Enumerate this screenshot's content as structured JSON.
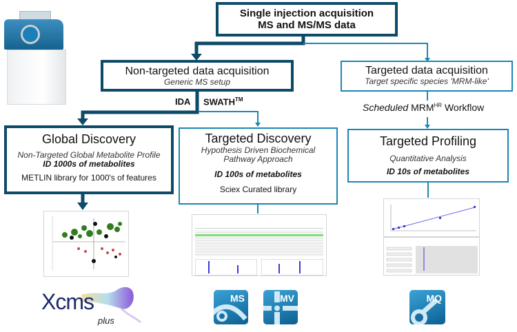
{
  "top": {
    "line1": "Single injection acquisition",
    "line2": "MS and MS/MS data"
  },
  "nontargeted": {
    "title": "Non-targeted data acquisition",
    "subtitle": "Generic MS setup"
  },
  "targeted": {
    "title": "Targeted data acquisition",
    "subtitle": "Target specific species 'MRM-like'"
  },
  "branch_labels": {
    "ida": "IDA",
    "swath": "SWATH",
    "swath_sup": "TM"
  },
  "workflow": {
    "italic": "Scheduled",
    "main": "MRM",
    "sup": "HR",
    "tail": "Workflow"
  },
  "global": {
    "title": "Global Discovery",
    "subtitle": "Non-Targeted Global Metabolite Profile",
    "id": "ID 1000s of metabolites",
    "library": "METLIN library for 1000's of features"
  },
  "tdiscovery": {
    "title": "Targeted Discovery",
    "subtitle1": "Hypothesis Driven Biochemical",
    "subtitle2": "Pathway Approach",
    "id": "ID 100s of metabolites",
    "library": "Sciex Curated library"
  },
  "tprofiling": {
    "title": "Targeted Profiling",
    "subtitle": "Quantitative Analysis",
    "id": "ID 10s of metabolites"
  },
  "logos": {
    "xcms": "Xcms",
    "xcms_sub": "plus",
    "ms": "MS",
    "mv": "MV",
    "mq": "MQ"
  },
  "colors": {
    "dark": "#0d4a68",
    "light": "#1a86b5"
  }
}
